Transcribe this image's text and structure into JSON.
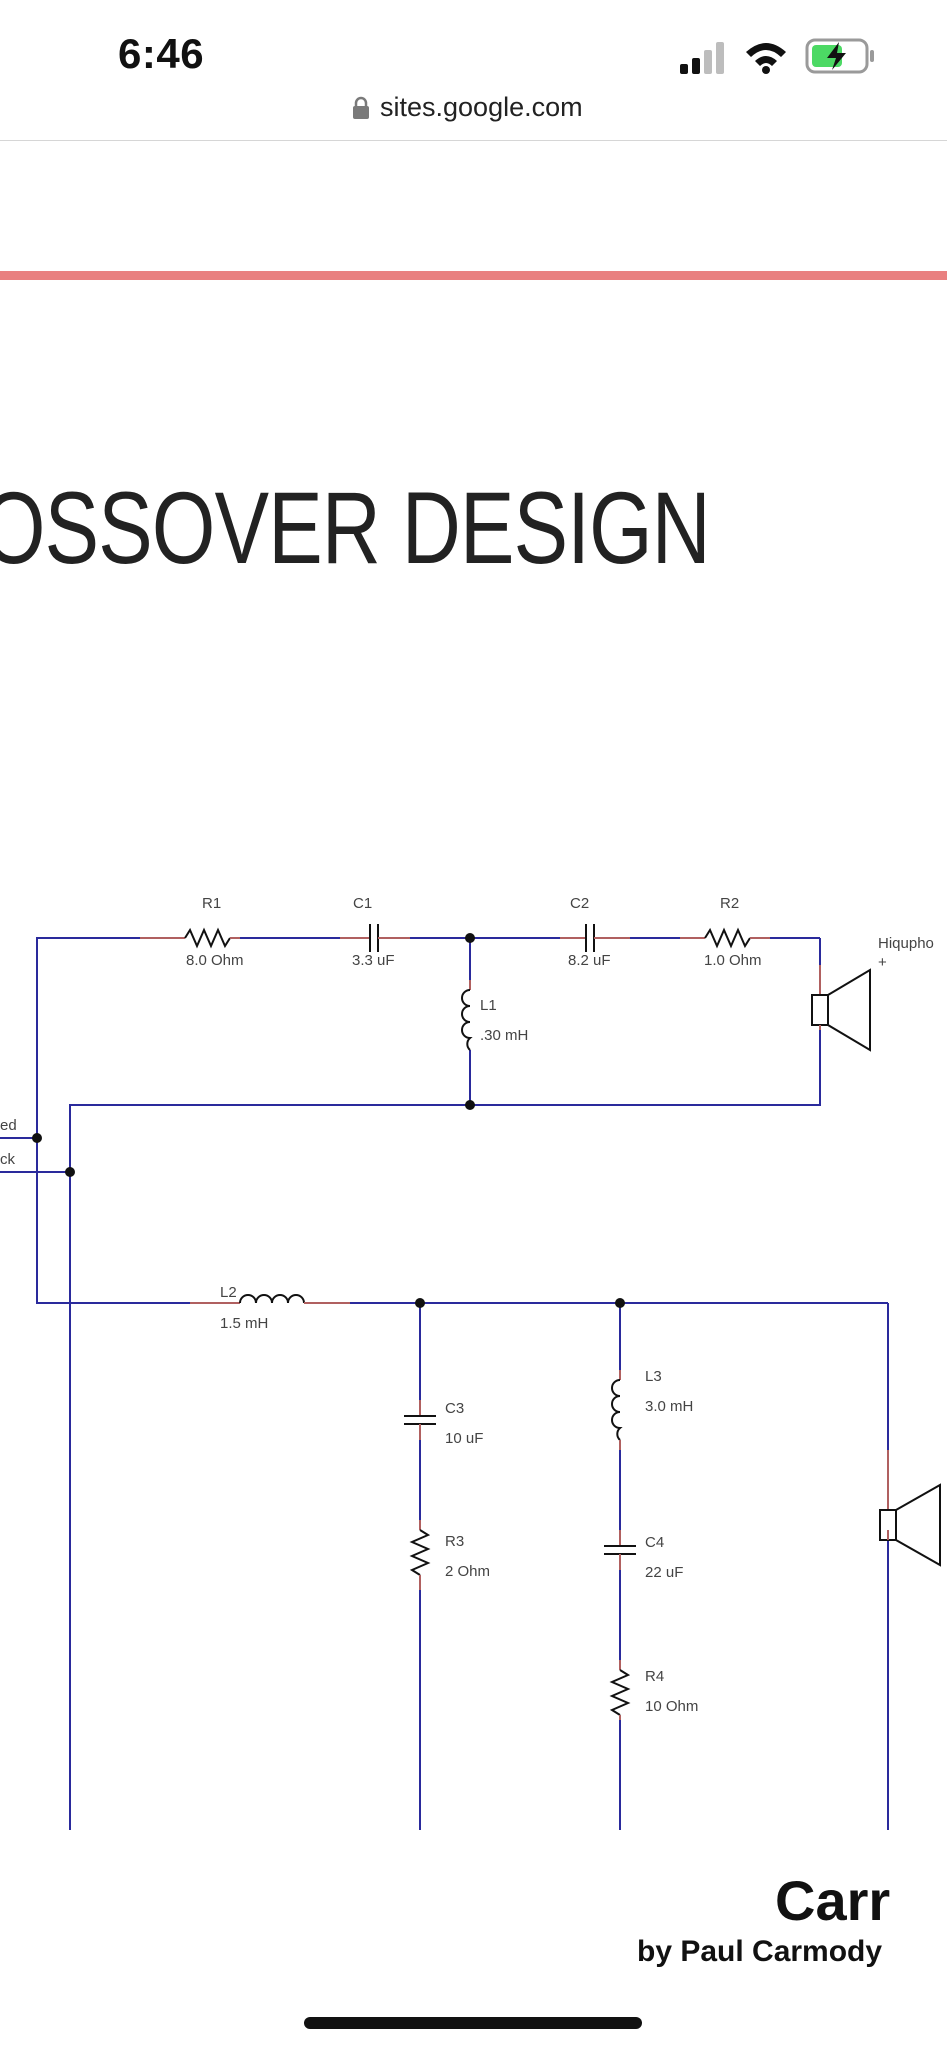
{
  "status_bar": {
    "time": "6:46",
    "icons": [
      "cellular-signal-icon",
      "wifi-icon",
      "battery-charging-icon"
    ],
    "battery_color": "#4cd964"
  },
  "browser": {
    "url": "sites.google.com",
    "lock_icon": "lock-icon"
  },
  "accent_color": "#e98080",
  "page": {
    "title": "OSSOVER DESIGN"
  },
  "schematic": {
    "wire_color": "#2a2a9c",
    "component_color": "#b06060",
    "labels": {
      "r1": "R1",
      "r1_val": "8.0 Ohm",
      "c1": "C1",
      "c1_val": "3.3 uF",
      "c2": "C2",
      "c2_val": "8.2 uF",
      "r2": "R2",
      "r2_val": "1.0 Ohm",
      "l1": "L1",
      "l1_val": ".30 mH",
      "l2": "L2",
      "l2_val": "1.5 mH",
      "c3": "C3",
      "c3_val": "10 uF",
      "r3": "R3",
      "r3_val": "2 Ohm",
      "l3": "L3",
      "l3_val": "3.0 mH",
      "c4": "C4",
      "c4_val": "22 uF",
      "r4": "R4",
      "r4_val": "10 Ohm",
      "tweeter": "Hiqupho",
      "tweeter_plus": "+",
      "input_red": "ed",
      "input_black": "ck"
    }
  },
  "brand": {
    "name": "Carr",
    "byline": "by Paul Carmody"
  }
}
